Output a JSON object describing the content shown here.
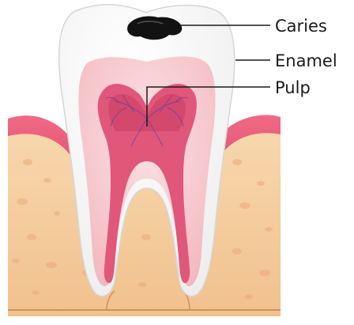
{
  "labels": {
    "caries": "Caries",
    "enamel": "Enamel",
    "pulp": "Pulp"
  },
  "colors": {
    "enamel": "#ffffff",
    "dentin": "#f7c9cd",
    "pulp": "#e0577a",
    "root_canal": "#d8466c",
    "gum": "#e8506d",
    "bone": "#f5cfa3",
    "caries": "#121212",
    "leader": "#1a1a1a"
  }
}
